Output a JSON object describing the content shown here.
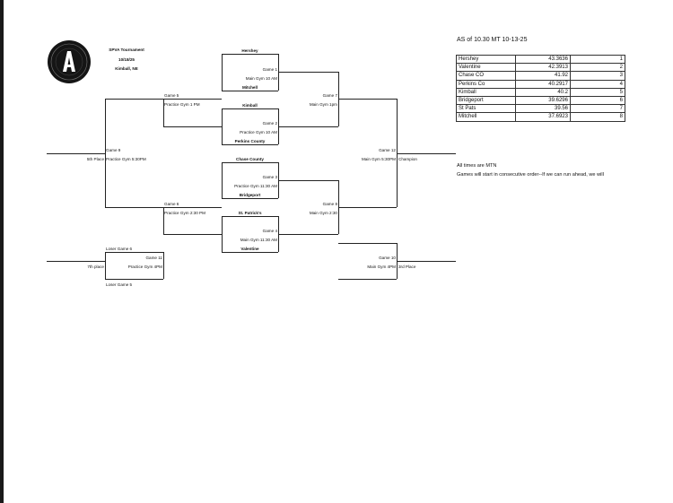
{
  "header": {
    "tournament": "SPVA Tournament",
    "date": "10/18/25",
    "location": "Kimball, NE"
  },
  "as_of": "AS of 10.30 MT 10-13-25",
  "rankings": [
    {
      "team": "Hershey",
      "score": "43.3636",
      "seed": "1"
    },
    {
      "team": "Valentine",
      "score": "42.3913",
      "seed": "2"
    },
    {
      "team": "Chase CO",
      "score": "41.92",
      "seed": "3"
    },
    {
      "team": "Perkins Co",
      "score": "40.2917",
      "seed": "4"
    },
    {
      "team": "Kimball",
      "score": "40.2",
      "seed": "5"
    },
    {
      "team": "Bridgeport",
      "score": "39.6296",
      "seed": "6"
    },
    {
      "team": "St Pats",
      "score": "39.56",
      "seed": "7"
    },
    {
      "team": "Mitchell",
      "score": "37.6923",
      "seed": "8"
    }
  ],
  "notes": [
    "All times are MTN",
    "Games will start in consecutive order--If we can run ahead, we will"
  ],
  "games": {
    "g1": {
      "label": "Game 1",
      "loc": "Main Gym 10 AM",
      "top": "Hershey",
      "bottom": "Mitchell"
    },
    "g2": {
      "label": "Game 2",
      "loc": "Practice Gym 10 AM",
      "top": "Kimball",
      "bottom": "Perkins County"
    },
    "g3": {
      "label": "Game 3",
      "loc": "Practice Gym 11:30 AM",
      "top": "Chase County",
      "bottom": "Bridgeport"
    },
    "g4": {
      "label": "Game 4",
      "loc": "Main Gym 11:30 AM",
      "top": "St. Patrick's",
      "bottom": "Valentine"
    },
    "g5": {
      "label": "Game 5",
      "loc": "Practice Gym 1 PM"
    },
    "g6": {
      "label": "Game 6",
      "loc": "Practice Gym 2:30 PM"
    },
    "g7": {
      "label": "Game 7",
      "loc": "Main Gym 1pm"
    },
    "g8": {
      "label": "Game 8",
      "loc": "Main Gym 2:30"
    },
    "g9": {
      "label": "Game 9",
      "loc": "Practice Gym 5:30PM",
      "result": "5th Place"
    },
    "g10": {
      "label": "Game 10",
      "loc": "Main Gym 4PM",
      "result": "3rd Place"
    },
    "g11": {
      "label": "Game 11",
      "loc": "Practice Gym 4PM",
      "result": "7th place",
      "feed_top": "Loser Game 6",
      "feed_bottom": "Loser Game 5"
    },
    "g12": {
      "label": "Game 12",
      "loc": "Main Gym 5:30PM",
      "result": "Champion"
    }
  }
}
